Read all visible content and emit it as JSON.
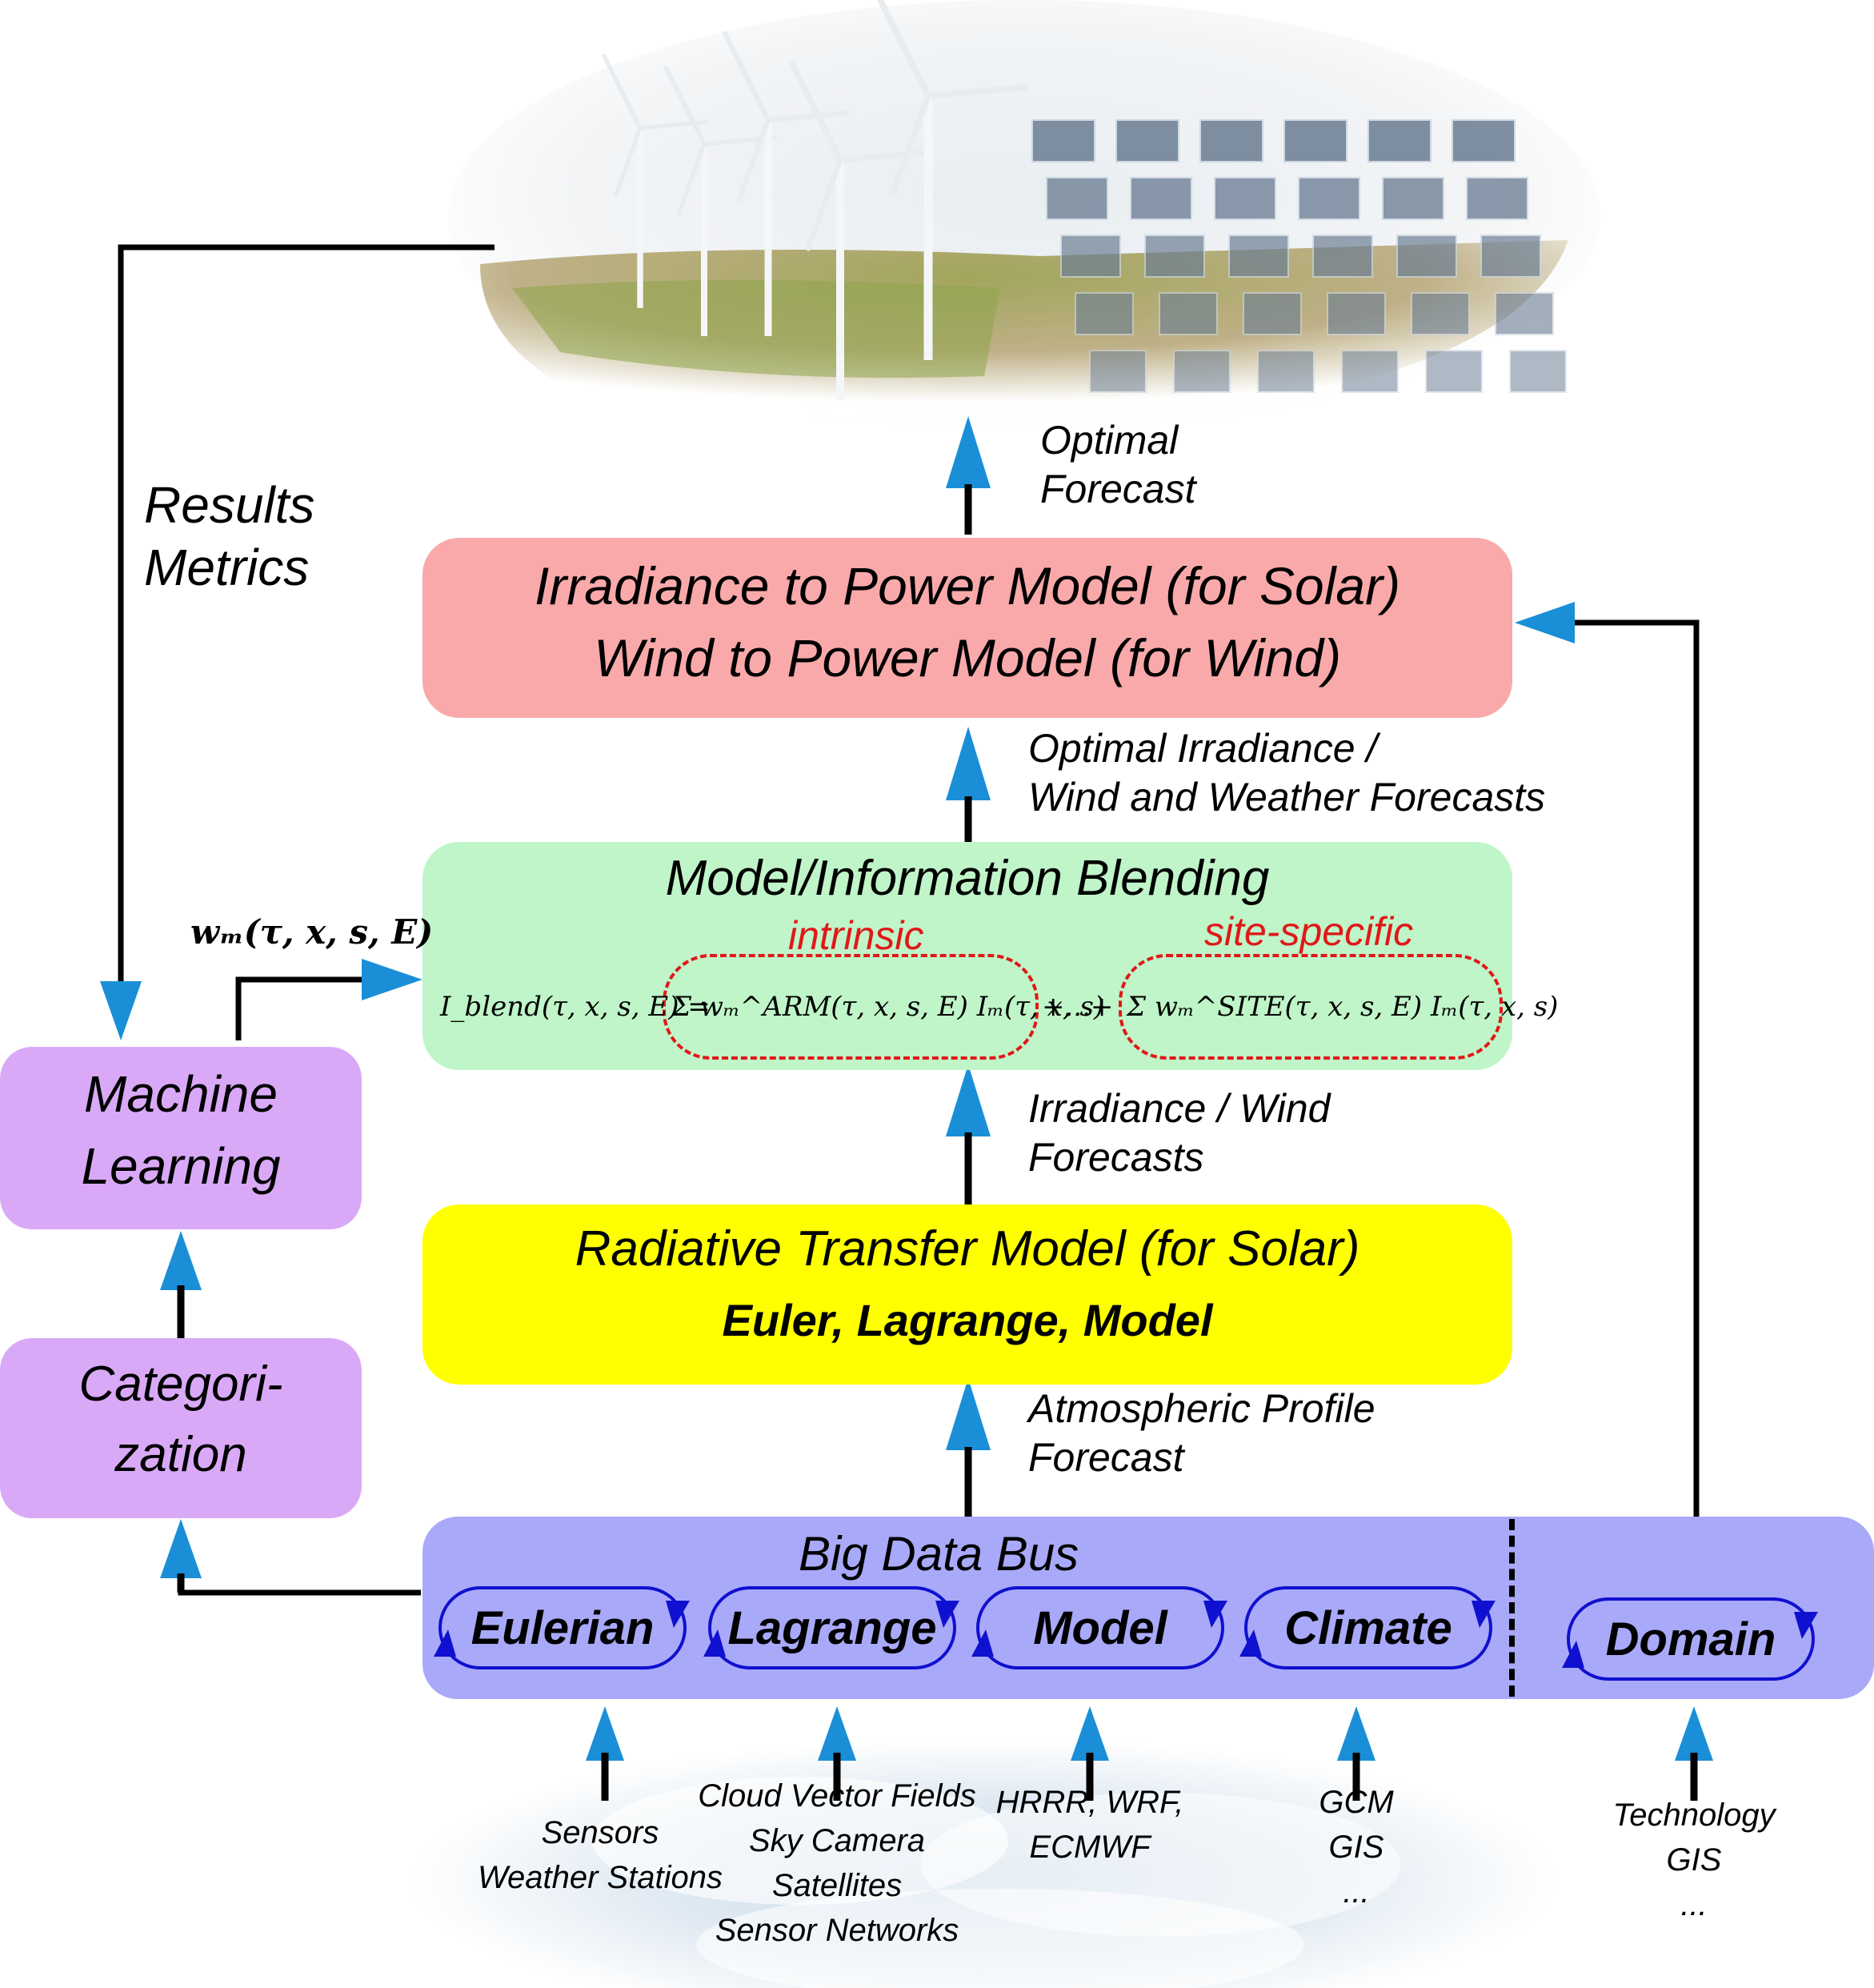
{
  "header_labels": {
    "optimal_forecast": [
      "Optimal",
      "Forecast"
    ],
    "results_metrics": [
      "Results",
      "Metrics"
    ],
    "optimal_irradiance": [
      "Optimal Irradiance /",
      "Wind and Weather Forecasts"
    ],
    "irradiance_wind": [
      "Irradiance / Wind",
      "Forecasts"
    ],
    "atmospheric": [
      "Atmospheric Profile",
      "Forecast"
    ]
  },
  "power_box": {
    "line1": "Irradiance to Power Model (for Solar)",
    "line2": "Wind to Power Model (for Wind)",
    "color": "#f9a9a9"
  },
  "blending_box": {
    "title": "Model/Information Blending",
    "intrinsic_label": "intrinsic",
    "site_label": "site-specific",
    "weight_label": "wₘ(τ, x, s, E)",
    "formula_left": "I_blend(τ, x, s, E) =",
    "formula_sum1": "Σ wₘ^ARM(τ, x, s, E) Iₘ(τ, x, s)",
    "formula_plus": "+...+",
    "formula_sum2": "Σ wₘ^SITE(τ, x, s, E) Iₘ(τ, x, s)",
    "color": "#bff5c8"
  },
  "rtm_box": {
    "line1": "Radiative Transfer Model (for Solar)",
    "line2": "Euler, Lagrange, Model",
    "color": "#ffff00"
  },
  "ml_box": {
    "line1": "Machine",
    "line2": "Learning",
    "color": "#d9a9f7"
  },
  "cat_box": {
    "line1": "Categori-",
    "line2": "zation",
    "color": "#d9a9f7"
  },
  "bus_box": {
    "title": "Big Data Bus",
    "loops": [
      "Eulerian",
      "Lagrange",
      "Model",
      "Climate"
    ],
    "domain": "Domain",
    "color": "#a9a9fa"
  },
  "sources": [
    [
      "Sensors",
      "Weather Stations"
    ],
    [
      "Cloud Vector Fields",
      "Sky Camera",
      "Satellites",
      "Sensor Networks"
    ],
    [
      "HRRR, WRF,",
      "ECMWF"
    ],
    [
      "GCM",
      "GIS",
      "..."
    ],
    [
      "Technology",
      "GIS",
      "..."
    ]
  ],
  "colors": {
    "arrow_head": "#1a8fd8",
    "line": "#000000",
    "loop_border": "#1010d0",
    "red_label": "#e01818"
  },
  "icons": {
    "top_image": "wind-turbines-and-solar-panels-illustration",
    "bottom_image": "cloud-illustration"
  }
}
